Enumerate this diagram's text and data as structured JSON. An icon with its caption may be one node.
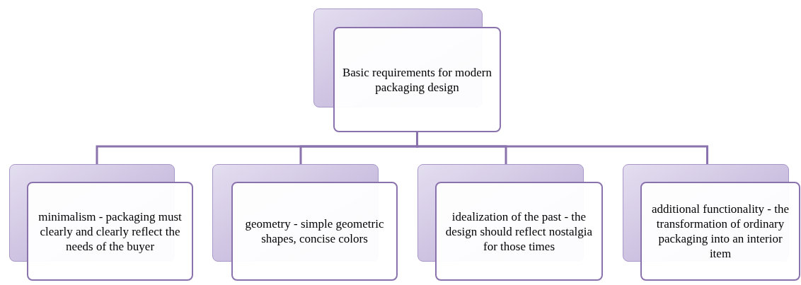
{
  "diagram": {
    "nodes": [
      {
        "text": [
          "Basic requirements for modern packaging design"
        ]
      },
      {
        "text": [
          "minimalism - packaging must clearly and clearly reflect the needs of the buyer"
        ]
      },
      {
        "text": [
          "geometry - simple geometric shapes, concise colors"
        ]
      },
      {
        "text": [
          "idealization of the past - the design should reflect nostalgia for those times"
        ]
      },
      {
        "text": [
          "additional functionality - the transformation of ordinary packaging into an interior item"
        ]
      }
    ],
    "edges": [
      {
        "from": 0,
        "to": 1,
        "arrow": "none"
      },
      {
        "from": 0,
        "to": 2,
        "arrow": "none"
      },
      {
        "from": 0,
        "to": 3,
        "arrow": "none"
      },
      {
        "from": 0,
        "to": 4,
        "arrow": "none"
      }
    ]
  }
}
